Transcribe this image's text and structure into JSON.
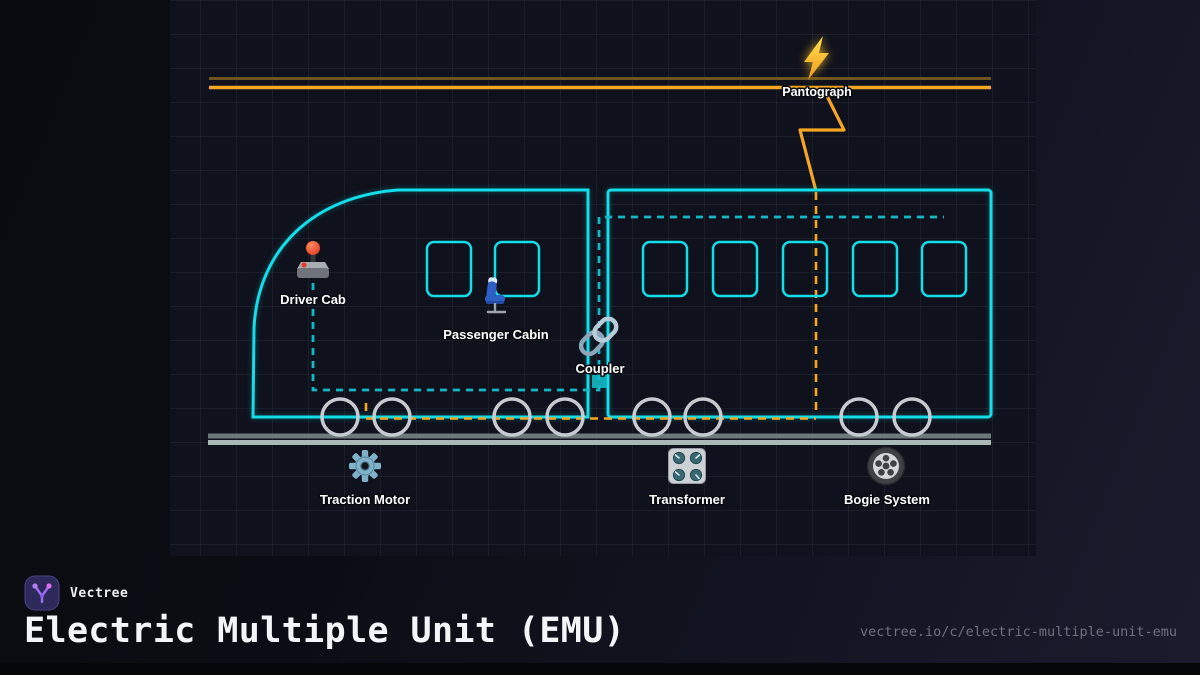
{
  "brand": {
    "name": "Vectree"
  },
  "page": {
    "title": "Electric Multiple Unit (EMU)",
    "url": "vectree.io/c/electric-multiple-unit-emu"
  },
  "diagram": {
    "labels": {
      "pantograph": "Pantograph",
      "driver_cab": "Driver Cab",
      "passenger_cabin": "Passenger Cabin",
      "coupler": "Coupler",
      "traction_motor": "Traction Motor",
      "transformer": "Transformer",
      "bogie_system": "Bogie System"
    },
    "icons": [
      "lightning-bolt-icon",
      "joystick-icon",
      "seat-icon",
      "chain-link-icon",
      "gear-icon",
      "control-knobs-icon",
      "tire-icon",
      "vectree-logo-icon"
    ],
    "structure": {
      "cars": 2,
      "car1_windows": 2,
      "car2_windows": 5,
      "wheels": 8
    },
    "colors": {
      "train_outline": "#12dde8",
      "dashed_link": "#10b9c6",
      "power_line": "#f5a623",
      "catenary_support": "#6e531d",
      "rail_dark": "#6e797e",
      "rail_light": "#a9bab6",
      "wheel_stroke": "#c6cbd0",
      "label": "#ffffff",
      "url_text": "#6b7280"
    }
  }
}
